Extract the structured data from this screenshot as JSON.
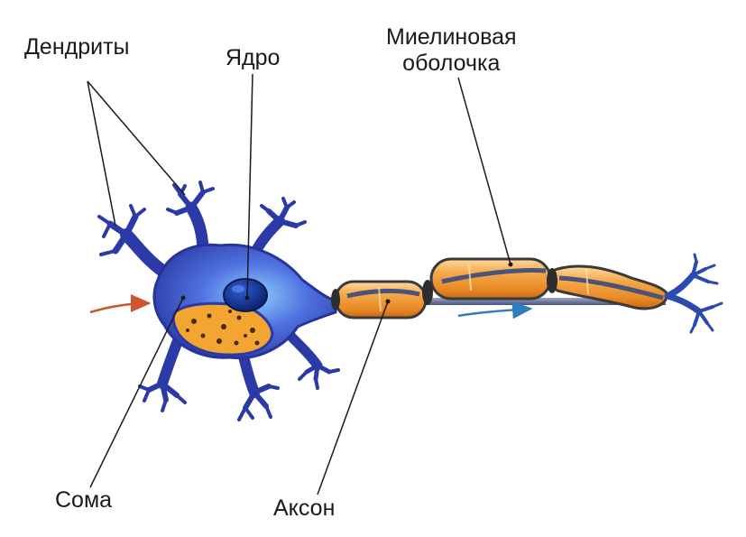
{
  "labels": {
    "dendrites": "Дендриты",
    "nucleus": "Ядро",
    "myelin_line1": "Миелиновая",
    "myelin_line2": "оболочка",
    "soma": "Сома",
    "axon": "Аксон"
  },
  "colors": {
    "background": "#ffffff",
    "neuron_body": "#2b3aa6",
    "neuron_highlight": "#6fa8ff",
    "soma_plasm": "#f2a531",
    "nucleus": "#0d2a7a",
    "myelin": "#f2a64a",
    "myelin_node": "#3a3a3a",
    "input_arrow": "#d0552f",
    "output_arrow": "#2e7fbf",
    "leader_line": "#1a1a1a"
  }
}
